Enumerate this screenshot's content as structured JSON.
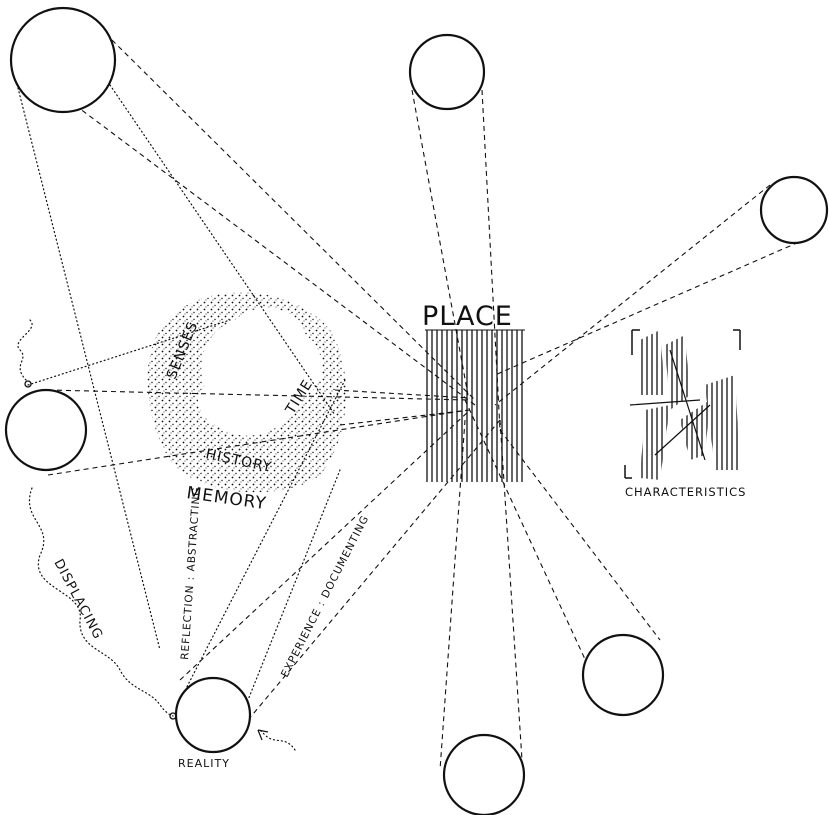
{
  "labels": {
    "place": "PLACE",
    "characteristics": "CHARACTERISTICS",
    "senses": "SENSES",
    "time": "TIME",
    "history": "HISTORY",
    "memory": "MEMORY",
    "displacing": "DISPLACING",
    "reflection_abstracting": "REFLECTION : ABSTRACTING",
    "experience_documenting": "EXPERIENCE : DOCUMENTING",
    "reality": "REALITY"
  }
}
